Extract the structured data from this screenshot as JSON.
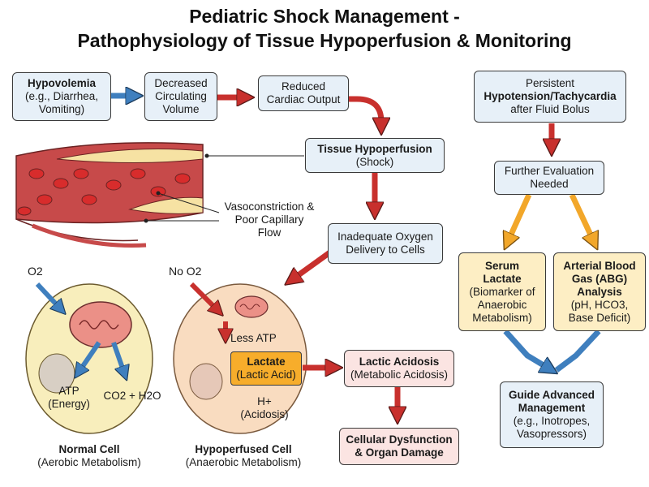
{
  "title": {
    "line1": "Pediatric Shock Management -",
    "line2": "Pathophysiology of Tissue Hypoperfusion & Monitoring"
  },
  "flow": {
    "hypovolemia": {
      "title": "Hypovolemia",
      "l2": "(e.g., Diarrhea,",
      "l3": "Vomiting)"
    },
    "decreased_volume": {
      "l1": "Decreased",
      "l2": "Circulating",
      "l3": "Volume"
    },
    "reduced_output": {
      "l1": "Reduced",
      "l2": "Cardiac Output"
    },
    "tissue_hypoperfusion": {
      "title": "Tissue Hypoperfusion",
      "l2": "(Shock)"
    },
    "inadequate_oxygen": {
      "l1": "Inadequate Oxygen",
      "l2": "Delivery to Cells"
    },
    "vessel_label": {
      "l1": "Vasoconstriction &",
      "l2": "Poor Capillary",
      "l3": "Flow"
    }
  },
  "normal_cell": {
    "o2": "O2",
    "atp_l1": "ATP",
    "atp_l2": "(Energy)",
    "products": "CO2 + H2O",
    "caption_title": "Normal Cell",
    "caption_sub": "(Aerobic Metabolism)"
  },
  "hypoperfused_cell": {
    "no_o2": "No O2",
    "less_atp": "Less ATP",
    "lactate_title": "Lactate",
    "lactate_sub": "(Lactic Acid)",
    "h_ion": "H+",
    "acidosis": "(Acidosis)",
    "caption_title": "Hypoperfused Cell",
    "caption_sub": "(Anaerobic Metabolism)"
  },
  "consequences": {
    "lactic_acidosis_title": "Lactic Acidosis",
    "lactic_acidosis_sub": "(Metabolic Acidosis)",
    "dysfunction_l1": "Cellular Dysfunction",
    "dysfunction_l2": "& Organ Damage"
  },
  "monitoring": {
    "persistent": {
      "l1": "Persistent",
      "l2": "Hypotension/Tachycardia",
      "l3": "after Fluid Bolus"
    },
    "further": {
      "l1": "Further Evaluation",
      "l2": "Needed"
    },
    "lactate": {
      "title": "Serum",
      "title2": "Lactate",
      "l3": "(Biomarker of",
      "l4": "Anaerobic",
      "l5": "Metabolism)"
    },
    "abg": {
      "title": "Arterial Blood",
      "title2": "Gas (ABG)",
      "title3": "Analysis",
      "l4": "(pH, HCO3,",
      "l5": "Base Deficit)"
    },
    "guide": {
      "title": "Guide Advanced",
      "title2": "Management",
      "l3": "(e.g., Inotropes,",
      "l4": "Vasopressors)"
    }
  },
  "colors": {
    "red_arrow": "#c8302d",
    "blue_arrow": "#3f7fbe",
    "orange_arrow": "#f2a72a",
    "box_blue": "#e7f0f8",
    "box_pink": "#fbe4e2",
    "box_cream": "#fdeec4",
    "lactate_box": "#f7ad2b",
    "cell_fill": "#f8eebc",
    "hypo_cell_fill": "#f9dcc0",
    "mito_fill": "#eb9087"
  }
}
